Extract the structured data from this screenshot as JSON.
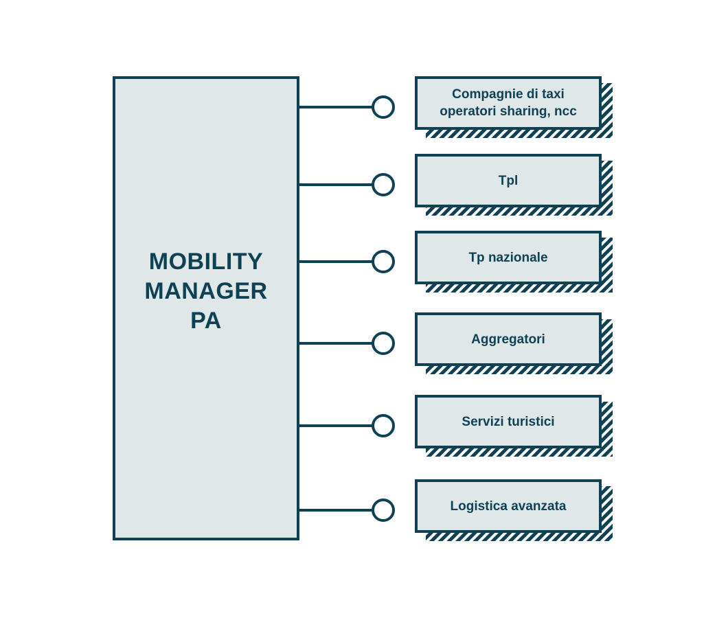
{
  "diagram": {
    "colors": {
      "stroke": "#0f4155",
      "fill": "#dfe7e8",
      "background": "#ffffff",
      "text": "#0f4155"
    },
    "main_box": {
      "lines": [
        "MOBILITY",
        "MANAGER",
        "PA"
      ]
    },
    "nodes": [
      {
        "lines": [
          "Compagnie di taxi",
          "operatori sharing, ncc"
        ]
      },
      {
        "lines": [
          "Tpl"
        ]
      },
      {
        "lines": [
          "Tp nazionale"
        ]
      },
      {
        "lines": [
          "Aggregatori"
        ]
      },
      {
        "lines": [
          "Servizi turistici"
        ]
      },
      {
        "lines": [
          "Logistica avanzata"
        ]
      }
    ]
  }
}
